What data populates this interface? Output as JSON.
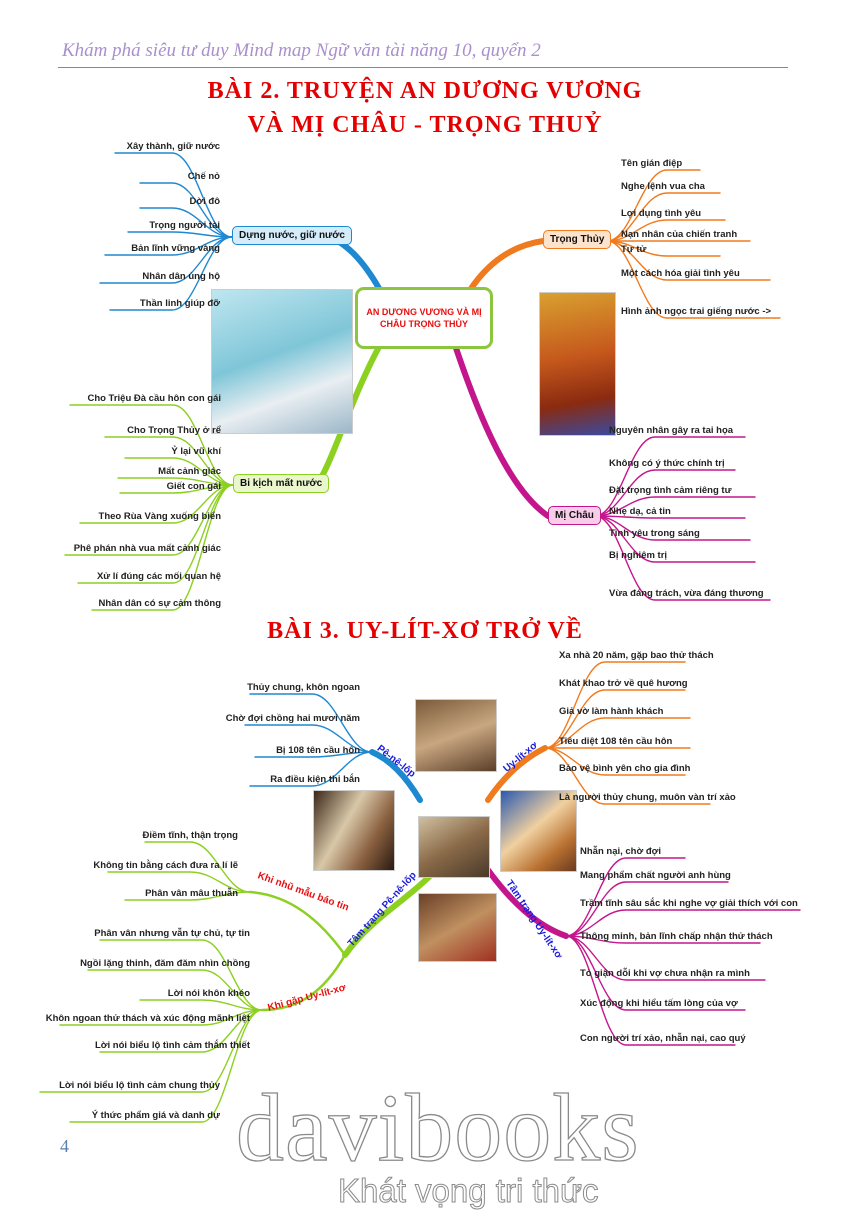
{
  "header": {
    "running_title": "Khám phá siêu tư duy Mind map Ngữ văn tài năng 10, quyển 2"
  },
  "lesson2": {
    "title_line1": "BÀI 2. TRUYỆN AN DƯƠNG VƯƠNG",
    "title_line2": "VÀ MỊ CHÂU - TRỌNG THUỶ",
    "center": "AN DƯƠNG VƯƠNG VÀ MỊ CHÂU TRỌNG THỦY",
    "branches": [
      {
        "label": "Dựng nước, giữ nước",
        "color": "#1e88d0",
        "items": [
          "Xây thành, giữ nước",
          "Chế nỏ",
          "Dời đô",
          "Trọng người tài",
          "Bản lĩnh vững vàng",
          "Nhân dân ủng hộ",
          "Thần linh giúp đỡ"
        ]
      },
      {
        "label": "Trọng Thủy",
        "color": "#f07a1e",
        "items": [
          "Tên gián điệp",
          "Nghe lệnh vua cha",
          "Lợi dụng tình yêu",
          "Nạn nhân của chiến tranh",
          "Tự tử",
          "Một cách hóa giải tình yêu",
          "Hình ảnh ngọc trai giếng nước ->"
        ]
      },
      {
        "label": "Bi kịch mất nước",
        "color": "#8cd020",
        "items": [
          "Cho Triệu Đà cầu hôn con gái",
          "Cho Trọng Thủy ở rể",
          "Ỷ lại vũ khí",
          "Mất cảnh giác",
          "Giết con gái",
          "Theo Rùa Vàng xuống biển",
          "Phê phán nhà vua mất cảnh giác",
          "Xử lí đúng các mối quan hệ",
          "Nhân dân có sự cảm thông"
        ]
      },
      {
        "label": "Mị Châu",
        "color": "#c4168c",
        "items": [
          "Nguyên nhân gây ra tai họa",
          "Không có ý thức chính trị",
          "Đặt trọng tình cảm riêng tư",
          "Nhẹ dạ, cả tin",
          "Tình yêu trong sáng",
          "Bị nghiêm trị",
          "Vừa đáng trách, vừa đáng thương"
        ]
      }
    ]
  },
  "lesson3": {
    "title": "BÀI 3. UY-LÍT-XƠ TRỞ VỀ",
    "branches": [
      {
        "label": "Pê-nê-lốp",
        "color": "#1e88d0",
        "items": [
          "Thủy chung, khôn ngoan",
          "Chờ đợi chồng hai mươi năm",
          "Bị 108 tên cầu hôn",
          "Ra điều kiện thi bắn"
        ]
      },
      {
        "label": "Uy-lít-xơ",
        "color": "#f07a1e",
        "items": [
          "Xa nhà 20 năm, gặp bao thử thách",
          "Khát khao trở về quê hương",
          "Giả vờ làm hành khách",
          "Tiêu diệt 108 tên cầu hôn",
          "Bảo vệ bình yên cho gia đình",
          "Là người thủy chung, muôn vàn trí xảo"
        ]
      },
      {
        "label": "Khi nhũ mẫu báo tin",
        "color": "#8cd020",
        "items": [
          "Điềm tĩnh, thận trọng",
          "Không tin bằng cách đưa ra lí lẽ",
          "Phân vân mâu thuẫn"
        ]
      },
      {
        "label": "Khi gặp Uy-lít-xơ",
        "color": "#8cd020",
        "items": [
          "Phân vân nhưng vẫn tự chủ, tự tin",
          "Ngồi lặng thinh, đăm đăm nhìn chồng",
          "Lời nói khôn khéo",
          "Khôn ngoan thử thách và xúc động mãnh liệt",
          "Lời nói biểu lộ tình cảm thắm thiết",
          "Lời nói biểu lộ tình cảm chung thủy",
          "Ý thức phẩm giá và danh dự"
        ]
      },
      {
        "label": "Tâm trạng Uy-lít-xơ",
        "color": "#c4168c",
        "items": [
          "Nhẫn nại, chờ đợi",
          "Mang phẩm chất người anh hùng",
          "Trầm tĩnh sâu sắc khi nghe vợ giải thích với con",
          "Thông minh, bản lĩnh chấp nhận thử thách",
          "Tỏ giận dỗi khi vợ chưa nhận ra mình",
          "Xúc động khi hiểu tấm lòng của vợ",
          "Con người trí xảo, nhẫn nại, cao quý"
        ]
      }
    ],
    "sub_label_penelope": "Tâm trạng Pê-nê-lốp"
  },
  "footer": {
    "page_number": "4",
    "watermark_brand": "davibooks",
    "watermark_slogan": "Khát vọng tri thức"
  }
}
